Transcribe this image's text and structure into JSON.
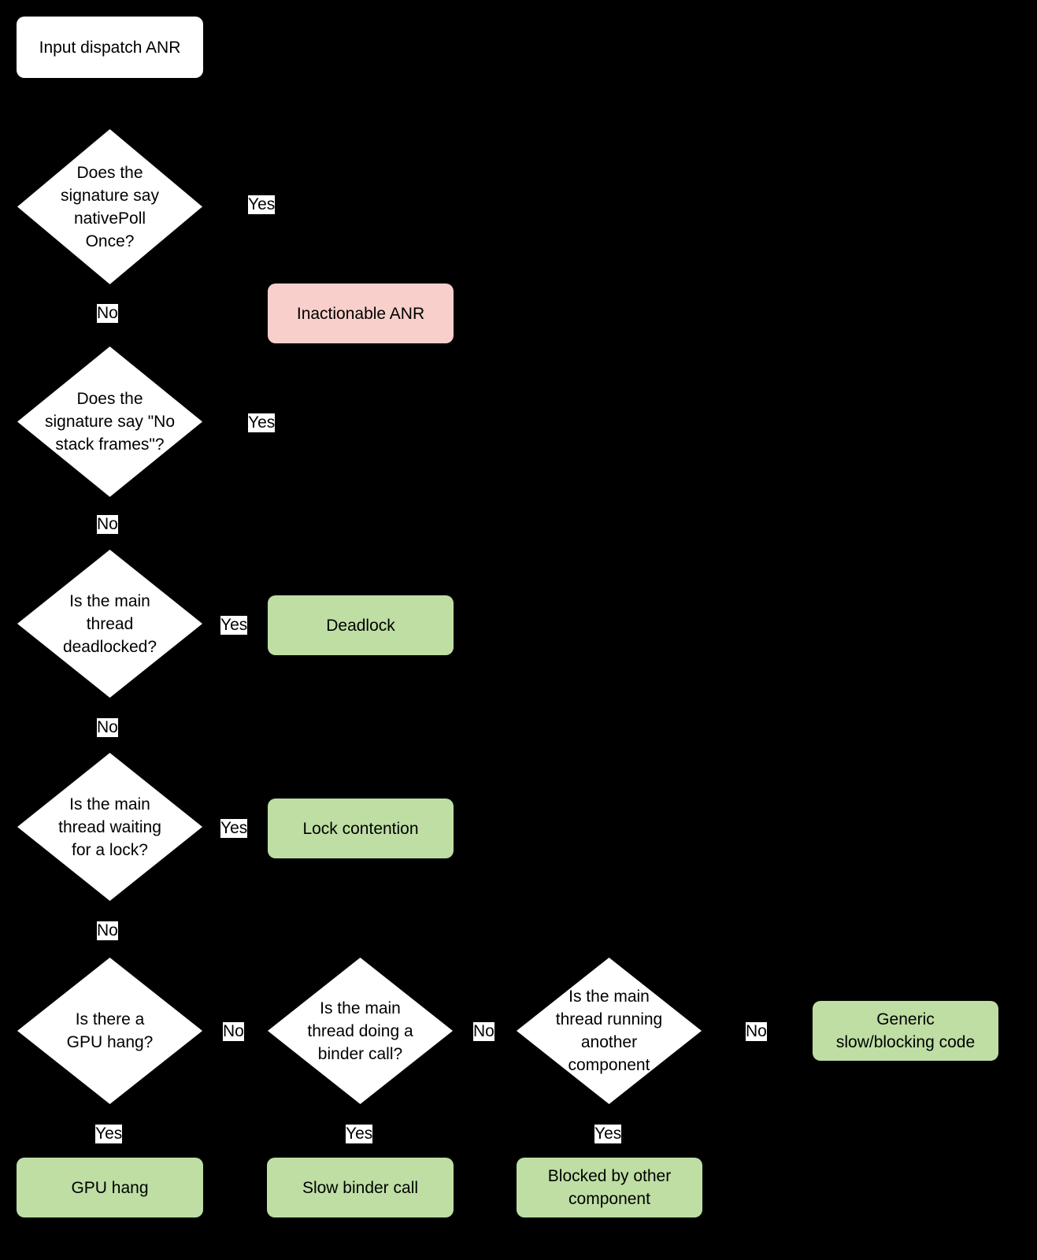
{
  "diagram": {
    "title": "Input dispatch ANR triage flowchart",
    "background_color": "#000000",
    "colors": {
      "start_fill": "#FFFFFF",
      "decision_fill": "#FFFFFF",
      "bad_outcome_fill": "#F9CFCB",
      "good_outcome_fill": "#BEDEA4",
      "text": "#000000",
      "edge_label_bg": "#FFFFFF"
    },
    "nodes": [
      {
        "id": "start",
        "type": "start",
        "label": "Input dispatch ANR"
      },
      {
        "id": "d1",
        "type": "decision",
        "label": "Does the\nsignature say\nnativePoll\nOnce?"
      },
      {
        "id": "inactionable",
        "type": "bad",
        "label": "Inactionable ANR"
      },
      {
        "id": "d2",
        "type": "decision",
        "label": "Does the\nsignature say \"No\nstack frames\"?"
      },
      {
        "id": "d3",
        "type": "decision",
        "label": "Is the main\nthread\ndeadlocked?"
      },
      {
        "id": "deadlock",
        "type": "good",
        "label": "Deadlock"
      },
      {
        "id": "d4",
        "type": "decision",
        "label": "Is the main\nthread waiting\nfor a lock?"
      },
      {
        "id": "lock",
        "type": "good",
        "label": "Lock contention"
      },
      {
        "id": "d5",
        "type": "decision",
        "label": "Is there a\nGPU hang?"
      },
      {
        "id": "gpuhang",
        "type": "good",
        "label": "GPU hang"
      },
      {
        "id": "d6",
        "type": "decision",
        "label": "Is the main\nthread doing a\nbinder call?"
      },
      {
        "id": "binder",
        "type": "good",
        "label": "Slow binder call"
      },
      {
        "id": "d7",
        "type": "decision",
        "label": "Is the main\nthread running\nanother\ncomponent"
      },
      {
        "id": "blocked",
        "type": "good",
        "label": "Blocked by other\ncomponent"
      },
      {
        "id": "generic",
        "type": "good",
        "label": "Generic\nslow/blocking code"
      }
    ],
    "edges": [
      {
        "from": "start",
        "to": "d1",
        "label": ""
      },
      {
        "from": "d1",
        "to": "inactionable",
        "label": "Yes"
      },
      {
        "from": "d1",
        "to": "d2",
        "label": "No"
      },
      {
        "from": "d2",
        "to": "inactionable",
        "label": "Yes"
      },
      {
        "from": "d2",
        "to": "d3",
        "label": "No"
      },
      {
        "from": "d3",
        "to": "deadlock",
        "label": "Yes"
      },
      {
        "from": "d3",
        "to": "d4",
        "label": "No"
      },
      {
        "from": "d4",
        "to": "lock",
        "label": "Yes"
      },
      {
        "from": "d4",
        "to": "d5",
        "label": "No"
      },
      {
        "from": "d5",
        "to": "gpuhang",
        "label": "Yes"
      },
      {
        "from": "d5",
        "to": "d6",
        "label": "No"
      },
      {
        "from": "d6",
        "to": "binder",
        "label": "Yes"
      },
      {
        "from": "d6",
        "to": "d7",
        "label": "No"
      },
      {
        "from": "d7",
        "to": "blocked",
        "label": "Yes"
      },
      {
        "from": "d7",
        "to": "generic",
        "label": "No"
      }
    ],
    "edge_labels": {
      "d1_yes": "Yes",
      "d1_no": "No",
      "d2_yes": "Yes",
      "d2_no": "No",
      "d3_yes": "Yes",
      "d3_no": "No",
      "d4_yes": "Yes",
      "d4_no": "No",
      "d5_yes": "Yes",
      "d5_no": "No",
      "d6_yes": "Yes",
      "d6_no": "No",
      "d7_yes": "Yes",
      "d7_no": "No"
    }
  }
}
